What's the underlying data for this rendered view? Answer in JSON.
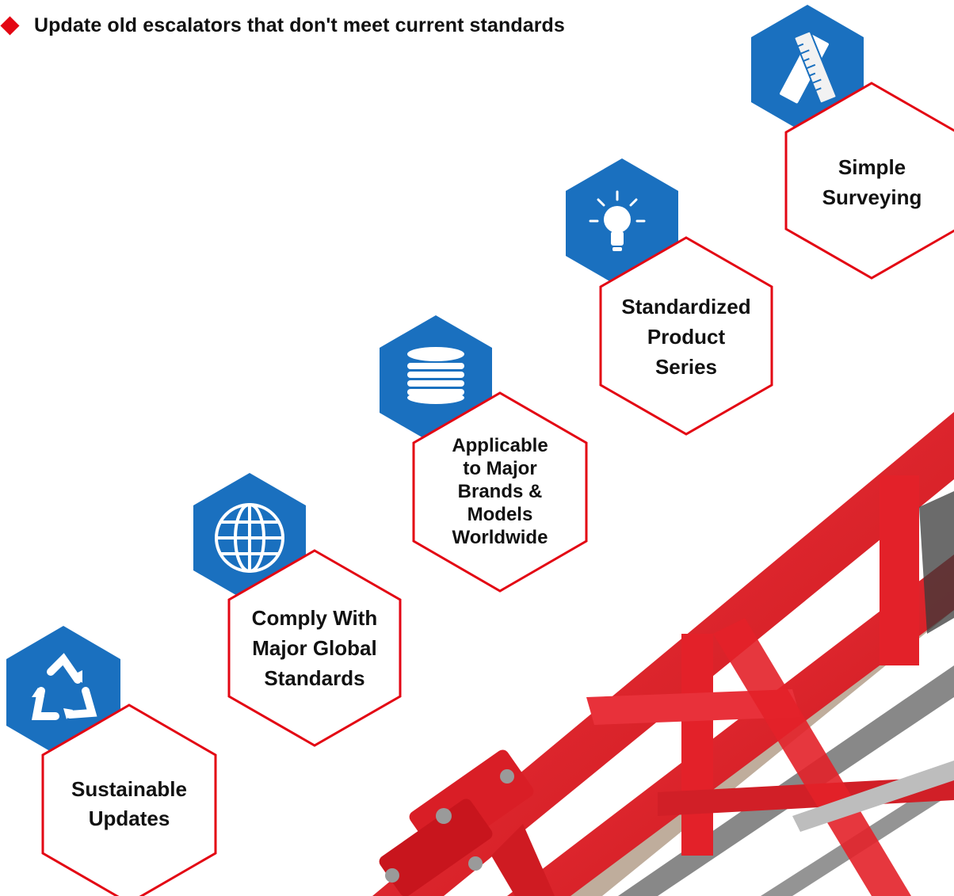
{
  "headline": {
    "text": "Update old escalators that don't meet current standards"
  },
  "colors": {
    "accent_red": "#e30613",
    "icon_blue": "#1a70bf",
    "truss_red": "#e32129",
    "text": "#111111"
  },
  "features": [
    {
      "label": "Sustainable\nUpdates",
      "icon": "recycle-icon"
    },
    {
      "label": "Comply With\nMajor Global\nStandards",
      "icon": "globe-icon"
    },
    {
      "label": "Applicable\nto Major\nBrands &\nModels\nWorldwide",
      "icon": "database-icon"
    },
    {
      "label": "Standardized\nProduct\nSeries",
      "icon": "lightbulb-icon"
    },
    {
      "label": "Simple\nSurveying",
      "icon": "ruler-icon"
    }
  ]
}
